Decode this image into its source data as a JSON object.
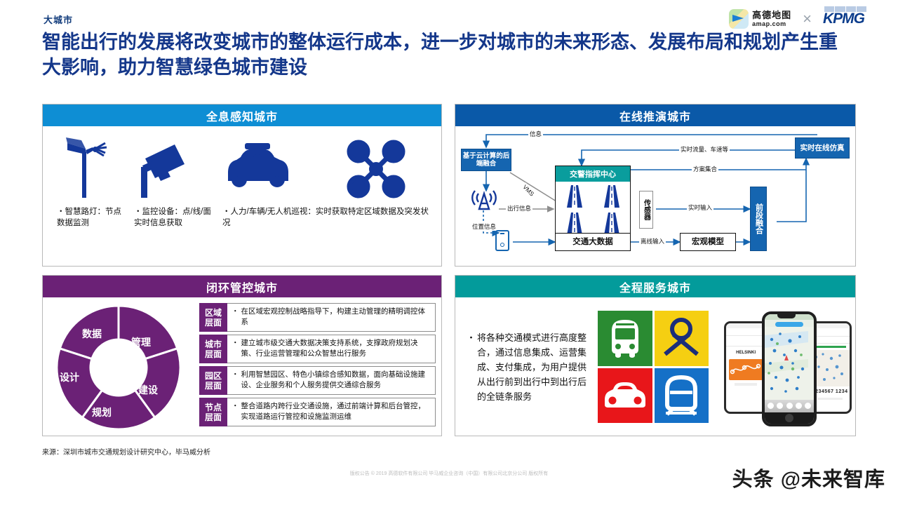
{
  "header": {
    "eyebrow": "大城市",
    "title": "智能出行的发展将改变城市的整体运行成本，进一步对城市的未来形态、发展布局和规划产生重大影响，助力智慧绿色城市建设",
    "logos": {
      "amap_cn": "高德地图",
      "amap_en": "amap.com",
      "separator": "×",
      "kpmg": "KPMG"
    }
  },
  "panels": {
    "sensing": {
      "title": "全息感知城市",
      "items": [
        {
          "icon": "street-light-icon",
          "text": "智慧路灯：节点数据监测"
        },
        {
          "icon": "cctv-camera-icon",
          "text": "监控设备：点/线/面实时信息获取"
        },
        {
          "icon": "police-car-icon",
          "text": "人力/车辆/无人机巡视：实时获取特定区域数据及突发状况"
        },
        {
          "icon": "drone-icon",
          "text": ""
        }
      ],
      "bullet": "・"
    },
    "online": {
      "title": "在线推演城市",
      "nodes": {
        "cloud_fusion": "基于云计算的后端融合",
        "traffic_command": "交警指挥中心",
        "traffic_bigdata": "交通大数据",
        "sensor": "传感器",
        "macro_model": "宏观模型",
        "front_fusion": "前段融合",
        "realtime_sim": "实时在线仿真"
      },
      "edges": {
        "info": "信息",
        "vms": "VMS",
        "travel_info": "出行信息",
        "location_info": "位置信息",
        "realtime_flow": "实时流量、车速等",
        "plan_set": "方案集合",
        "realtime_input": "实时输入",
        "offline_input": "离线输入"
      }
    },
    "loop": {
      "title": "闭环管控城市",
      "wheel": [
        "数据",
        "管理",
        "建设",
        "规划",
        "设计"
      ],
      "layers": [
        {
          "tag_top": "区域",
          "tag_bottom": "层面",
          "desc": "在区域宏观控制战略指导下，构建主动管理的精明调控体系"
        },
        {
          "tag_top": "城市",
          "tag_bottom": "层面",
          "desc": "建立城市级交通大数据决策支持系统，支撑政府规划决策、行业运营管理和公众智慧出行服务"
        },
        {
          "tag_top": "园区",
          "tag_bottom": "层面",
          "desc": "利用智慧园区、特色小镇综合感知数据，面向基础设施建设、企业服务和个人服务提供交通综合服务"
        },
        {
          "tag_top": "节点",
          "tag_bottom": "层面",
          "desc": "整合道路内跨行业交通设施，通过前端计算和后台管控，实现道路运行管控和设施监测运维"
        }
      ],
      "bullet": "・"
    },
    "service": {
      "title": "全程服务城市",
      "text": "将各种交通模式进行高度整合，通过信息集成、运营集成、支付集成，为用户提供从出行前到出行中到出行后的全链条服务",
      "bullet": "・",
      "modes": [
        {
          "name": "bus-icon",
          "color": "#2a8b32"
        },
        {
          "name": "ribbon-icon",
          "color": "#f5cf12"
        },
        {
          "name": "car-icon",
          "color": "#e8161a"
        },
        {
          "name": "train-icon",
          "color": "#1570c7"
        }
      ],
      "phone_texts": {
        "left_brand": "HELSINKI",
        "right_numbers": "1234567   1234"
      }
    }
  },
  "footer": {
    "source": "来源：深圳市城市交通规划设计研究中心，毕马威分析",
    "copyright": "版权公告 © 2019 高德软件有限公司 毕马威企业咨询（中国）有限公司北京分公司 版权所有",
    "watermark": "头条 @未来智库"
  },
  "colors": {
    "sensing_header": "#0e8ed4",
    "online_header": "#0a59a8",
    "loop_header": "#6b2176",
    "service_header": "#039b9b",
    "title_blue": "#14378a",
    "icon_navy": "#14389a"
  }
}
